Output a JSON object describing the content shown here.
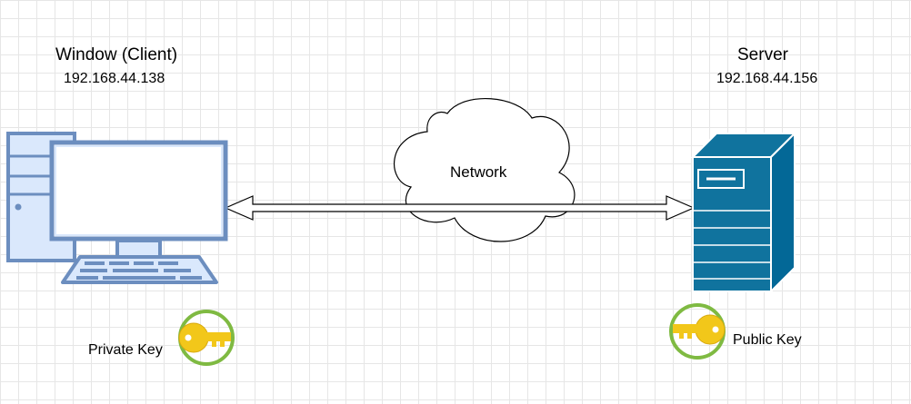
{
  "client": {
    "title": "Window (Client)",
    "ip": "192.168.44.138",
    "key_label": "Private Key"
  },
  "server": {
    "title": "Server",
    "ip": "192.168.44.156",
    "key_label": "Public Key"
  },
  "network": {
    "label": "Network"
  },
  "colors": {
    "computer_stroke": "#6c8ebf",
    "computer_fill": "#dae8fc",
    "server_dark": "#036897",
    "server_light": "#10739e",
    "key_fill": "#f2c71a",
    "key_ring": "#7fba42",
    "cloud_stroke": "#000000"
  }
}
